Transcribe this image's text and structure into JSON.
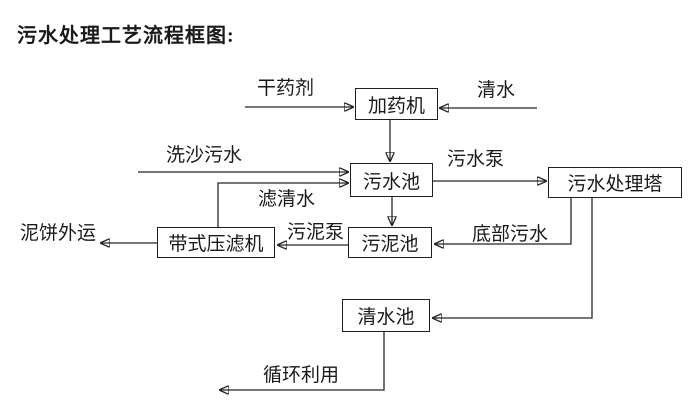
{
  "title": "污水处理工艺流程框图:",
  "nodes": {
    "dosing_machine": "加药机",
    "sewage_pool": "污水池",
    "treatment_tower": "污水处理塔",
    "sludge_pool": "污泥池",
    "belt_filter_press": "带式压滤机",
    "clean_water_pool": "清水池"
  },
  "flow_labels": {
    "dry_chemical": "干药剂",
    "clean_water": "清水",
    "sand_washing_sewage": "洗沙污水",
    "sewage_pump": "污水泵",
    "filtered_water": "滤清水",
    "sludge_pump": "污泥泵",
    "bottom_sewage": "底部污水",
    "mud_cake_outbound": "泥饼外运",
    "recycling": "循环利用"
  },
  "colors": {
    "line": "#262626",
    "text": "#1a1a1a",
    "background": "#ffffff"
  }
}
